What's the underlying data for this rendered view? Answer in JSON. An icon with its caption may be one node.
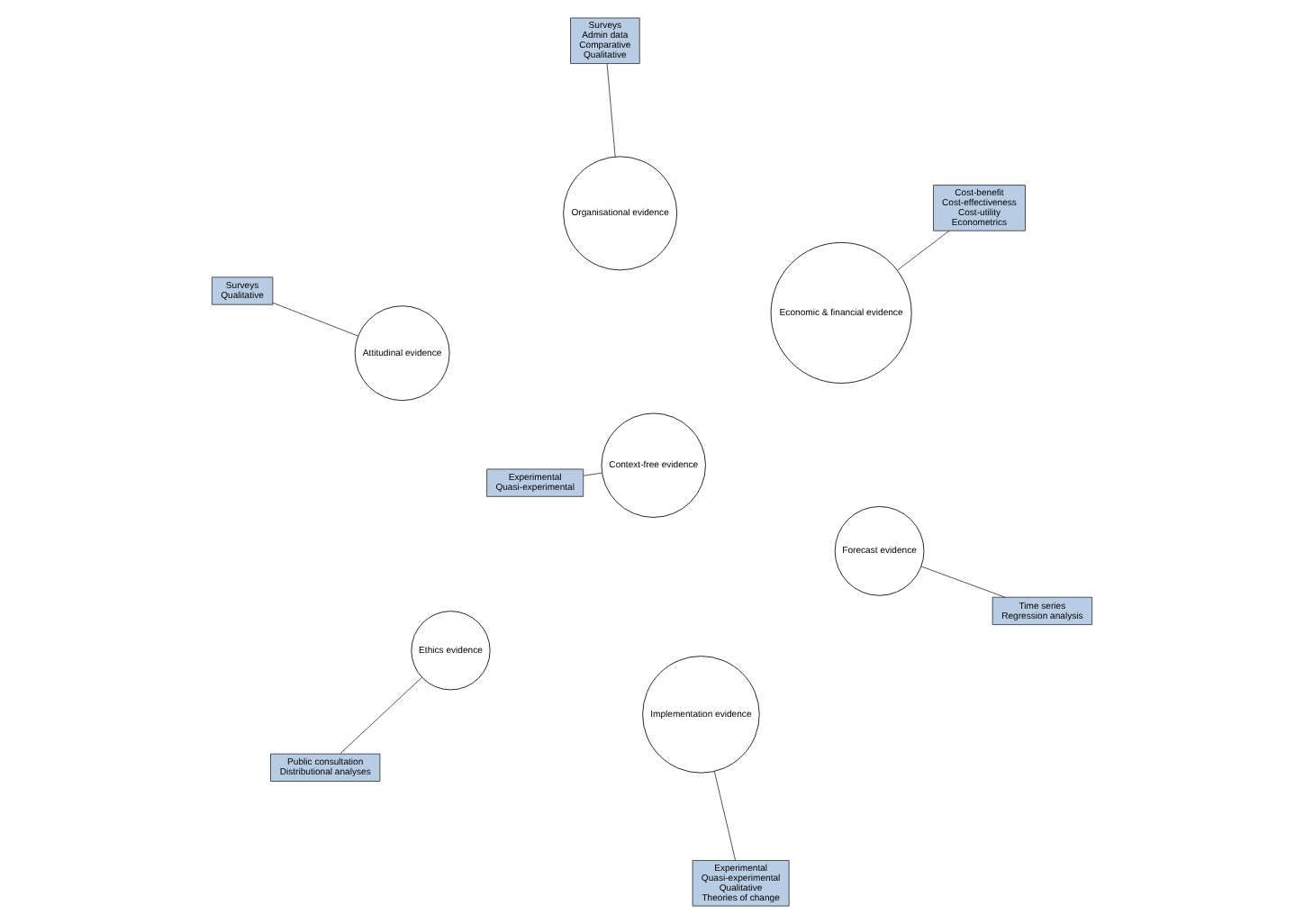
{
  "diagram": {
    "nodes": [
      {
        "text": [
          "Ethics evidence"
        ]
      },
      {
        "text": [
          "Forecast evidence"
        ]
      },
      {
        "text": [
          "Implementation evidence"
        ]
      },
      {
        "text": [
          "Attitudinal evidence"
        ]
      },
      {
        "text": [
          "Context-free evidence"
        ]
      },
      {
        "text": [
          "Economic & financial evidence"
        ]
      },
      {
        "text": [
          "Organisational evidence"
        ]
      },
      {
        "text": [
          "Public consultation",
          "Distributional analyses"
        ]
      },
      {
        "text": [
          "Time series",
          "Regression analysis"
        ]
      },
      {
        "text": [
          "Experimental",
          "Quasi-experimental",
          "Qualitative",
          "Theories of change"
        ]
      },
      {
        "text": [
          "Surveys",
          "Qualitative"
        ]
      },
      {
        "text": [
          "Experimental",
          "Quasi-experimental"
        ]
      },
      {
        "text": [
          "Cost-benefit",
          "Cost-effectiveness",
          "Cost-utility",
          "Econometrics"
        ]
      },
      {
        "text": [
          "Surveys",
          "Admin data",
          "Comparative",
          "Qualitative"
        ]
      }
    ],
    "edges": [
      {
        "from": 7,
        "to": 0,
        "arrow": "none"
      },
      {
        "from": 8,
        "to": 1,
        "arrow": "none"
      },
      {
        "from": 9,
        "to": 2,
        "arrow": "none"
      },
      {
        "from": 10,
        "to": 3,
        "arrow": "none"
      },
      {
        "from": 11,
        "to": 4,
        "arrow": "none"
      },
      {
        "from": 12,
        "to": 5,
        "arrow": "none"
      },
      {
        "from": 13,
        "to": 6,
        "arrow": "none"
      }
    ]
  }
}
